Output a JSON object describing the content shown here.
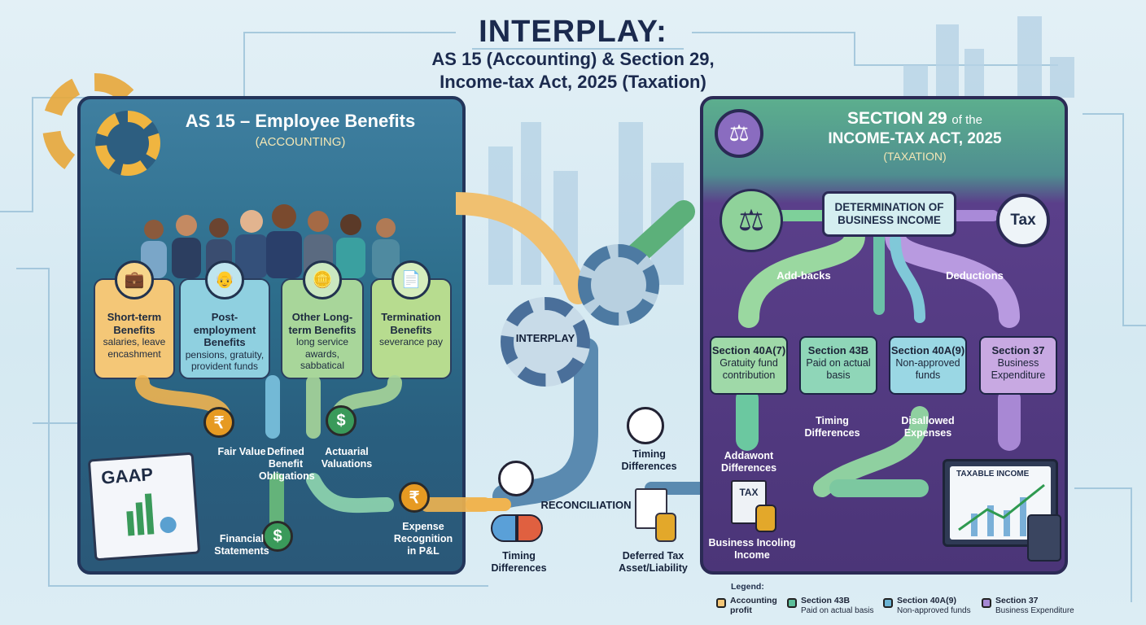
{
  "title": {
    "line1": "INTERPLAY:",
    "line2": "AS 15 (Accounting) & Section 29,",
    "line3": "Income-tax Act, 2025 (Taxation)"
  },
  "left_panel": {
    "title": "AS 15 – Employee Benefits",
    "subtitle": "(ACCOUNTING)",
    "cards": [
      {
        "title": "Short-term Benefits",
        "desc": "salaries, leave encashment",
        "icon": "briefcase-icon",
        "color": "#f4c777"
      },
      {
        "title": "Post-employment Benefits",
        "desc": "pensions, gratuity, provident funds",
        "icon": "retiree-icon",
        "color": "#8fd0e0"
      },
      {
        "title": "Other Long-term Benefits",
        "desc": "long service awards, sabbatical",
        "icon": "money-hand-icon",
        "color": "#a8d69a"
      },
      {
        "title": "Termination Benefits",
        "desc": "severance pay",
        "icon": "document-icon",
        "color": "#b7dc8f"
      }
    ],
    "labels": {
      "fair_value": "Fair Value",
      "dbo": "Defined Benefit Obligations",
      "actuarial": "Actuarial Valuations",
      "financial_statements": "Financial Statements",
      "expense": "Expense Recognition in P&L",
      "gaap": "GAAP"
    },
    "symbols": {
      "rupee": "₹",
      "dollar": "$"
    }
  },
  "center": {
    "interplay": "INTERPLAY",
    "reconciliation": "RECONCILIATION",
    "timing1": "Timing Differences",
    "timing2": "Timing Differences",
    "deferred_tax": "Deferred Tax Asset/Liability"
  },
  "right_panel": {
    "title_a": "SECTION 29",
    "title_b": "of the",
    "title_c": "INCOME-TAX ACT, 2025",
    "subtitle": "(TAXATION)",
    "determination": "DETERMINATION OF BUSINESS INCOME",
    "tax_badge": "Tax",
    "addbacks": "Add-backs",
    "deductions": "Deductions",
    "sections": [
      {
        "title": "Section 40A(7)",
        "desc": "Gratuity fund contribution",
        "color": "#9fd9a8"
      },
      {
        "title": "Section 43B",
        "desc": "Paid on actual basis",
        "color": "#8fd6b8"
      },
      {
        "title": "Section 40A(9)",
        "desc": "Non-approved funds",
        "color": "#9ad7e4"
      },
      {
        "title": "Section 37",
        "desc": "Business Expenditure",
        "color": "#c8a9e2"
      }
    ],
    "timing": "Timing Differences",
    "disallowed": "Disallowed Expenses",
    "addawont": "Addawont Differences",
    "business_income": "Business Incoling Income",
    "tax_doc": "TAX",
    "taxable_income": "TAXABLE INCOME"
  },
  "legend": {
    "title": "Legend:",
    "items": [
      {
        "title": "Accounting profit",
        "desc": "",
        "color": "#f4c777"
      },
      {
        "title": "Section 43B",
        "desc": "Paid on actual basis",
        "color": "#5cbf9a"
      },
      {
        "title": "Section 40A(9)",
        "desc": "Non-approved funds",
        "color": "#6bb4d4"
      },
      {
        "title": "Section 37",
        "desc": "Business Expenditure",
        "color": "#a588d4"
      }
    ]
  }
}
